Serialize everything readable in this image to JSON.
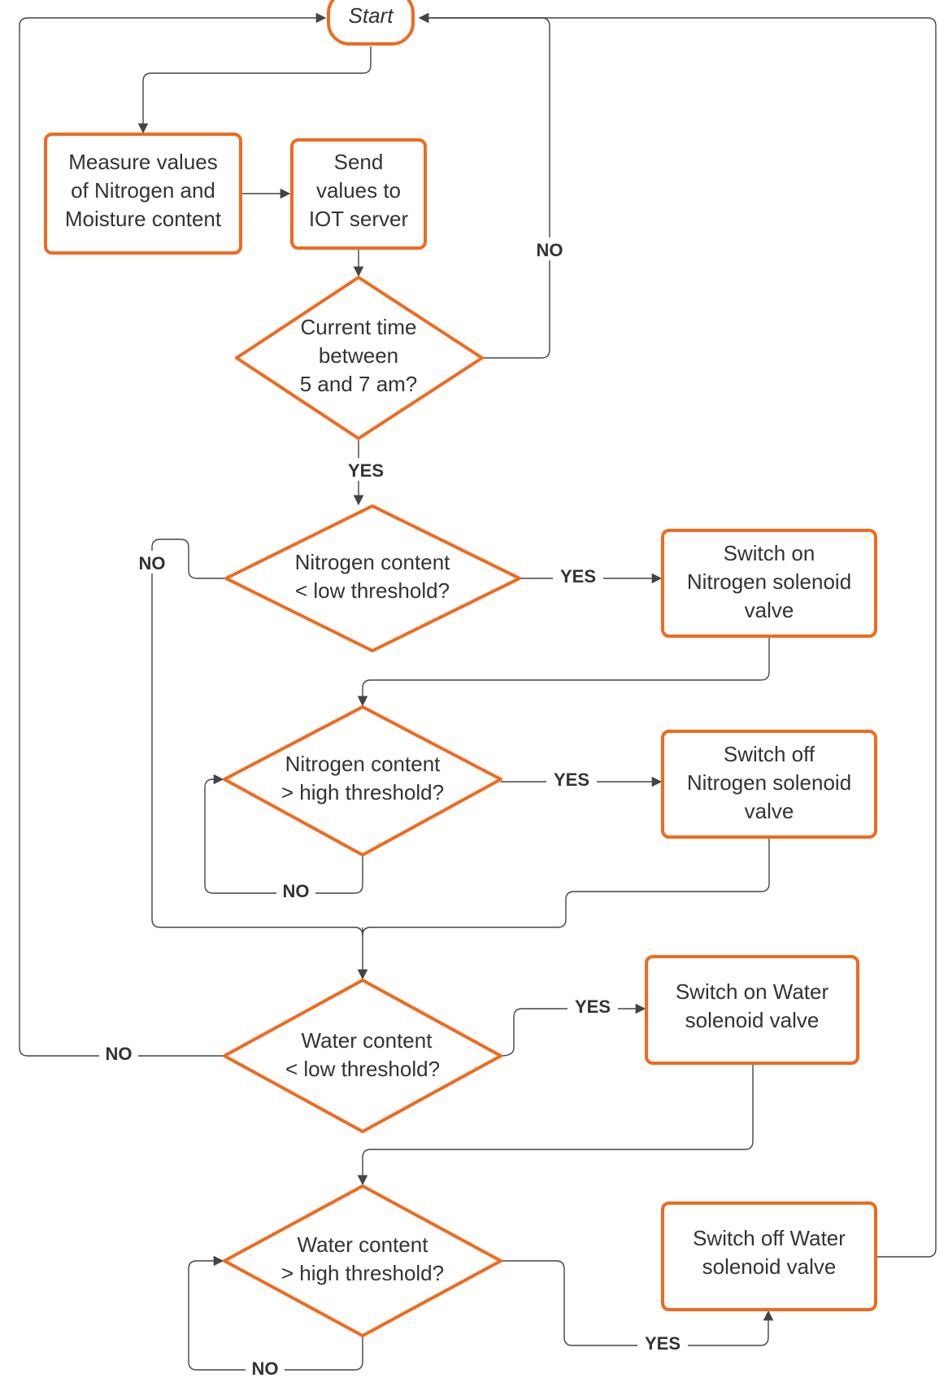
{
  "colors": {
    "shape_border": "#f06a1e",
    "connector": "#444444",
    "text": "#333333",
    "background": "#ffffff"
  },
  "nodes": {
    "start": {
      "lines": [
        "Start"
      ]
    },
    "measure": {
      "lines": [
        "Measure values",
        "of Nitrogen and",
        "Moisture content"
      ]
    },
    "send": {
      "lines": [
        "Send",
        "values to",
        "IOT server"
      ]
    },
    "time_check": {
      "lines": [
        "Current time",
        "between",
        "5 and 7 am?"
      ]
    },
    "n_low": {
      "lines": [
        "Nitrogen content",
        "< low threshold?"
      ]
    },
    "n_on": {
      "lines": [
        "Switch on",
        "Nitrogen solenoid",
        "valve"
      ]
    },
    "n_high": {
      "lines": [
        "Nitrogen content",
        ">  high threshold?"
      ]
    },
    "n_off": {
      "lines": [
        "Switch off",
        "Nitrogen solenoid",
        "valve"
      ]
    },
    "w_low": {
      "lines": [
        "Water content",
        "< low threshold?"
      ]
    },
    "w_on": {
      "lines": [
        "Switch on Water",
        "solenoid valve"
      ]
    },
    "w_high": {
      "lines": [
        "Water content",
        "> high threshold?"
      ]
    },
    "w_off": {
      "lines": [
        "Switch off Water",
        "solenoid valve"
      ]
    }
  },
  "labels": {
    "time_no": "NO",
    "time_yes": "YES",
    "n_low_no": "NO",
    "n_low_yes": "YES",
    "n_high_yes": "YES",
    "n_high_no": "NO",
    "w_low_no": "NO",
    "w_low_yes": "YES",
    "w_high_no": "NO",
    "w_high_yes": "YES"
  }
}
